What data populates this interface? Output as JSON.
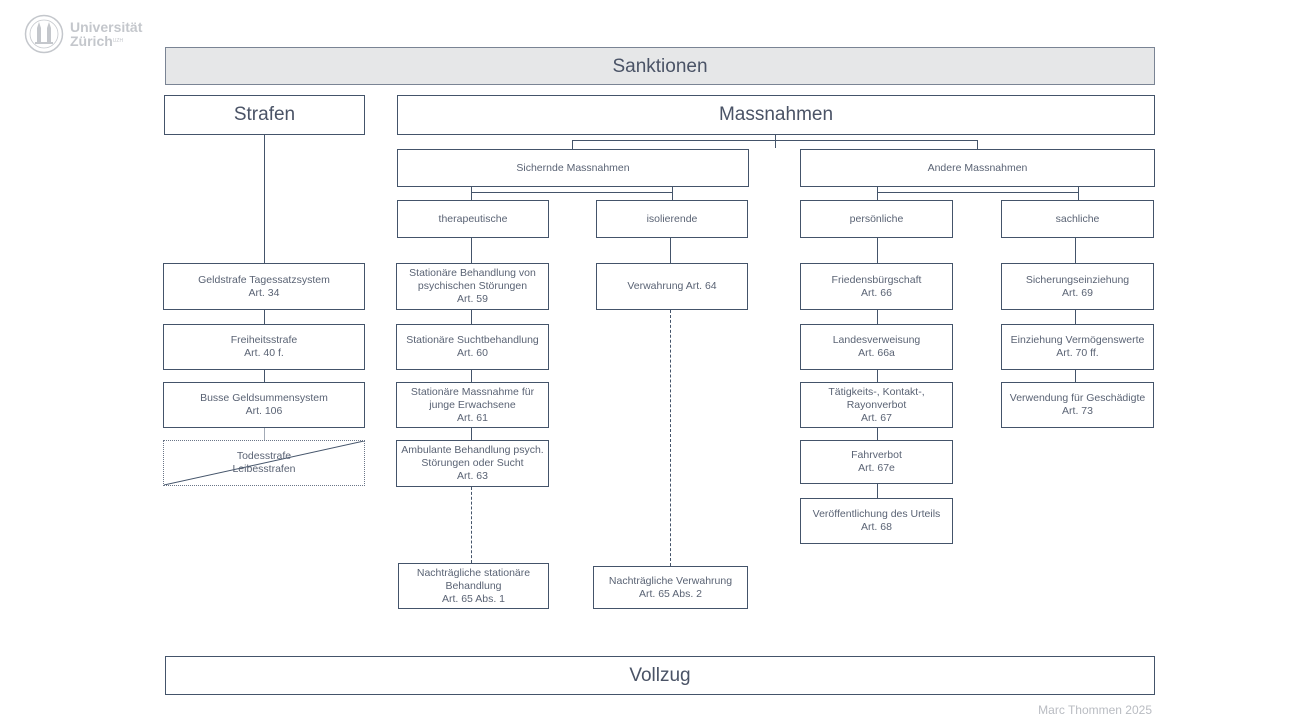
{
  "logo": {
    "line1": "Universität",
    "line2": "Zürich",
    "superscript": "UZH"
  },
  "header": {
    "title": "Sanktionen"
  },
  "strafen": {
    "title": "Strafen",
    "items": [
      "Geldstrafe Tagessatzsystem\nArt. 34",
      "Freiheitsstrafe\nArt. 40 f.",
      "Busse Geldsummensystem\nArt. 106",
      "Todesstrafe\nLeibesstrafen"
    ]
  },
  "massnahmen": {
    "title": "Massnahmen",
    "sichernde": {
      "title": "Sichernde Massnahmen",
      "therapeutische": {
        "title": "therapeutische",
        "items": [
          "Stationäre Behandlung von\npsychischen Störungen\nArt. 59",
          "Stationäre Suchtbehandlung\nArt. 60",
          "Stationäre Massnahme für\njunge Erwachsene\nArt. 61",
          "Ambulante Behandlung psych.\nStörungen oder Sucht\nArt. 63"
        ],
        "nachtraeglich": "Nachträgliche stationäre\nBehandlung\nArt. 65 Abs. 1"
      },
      "isolierende": {
        "title": "isolierende",
        "items": [
          "Verwahrung Art. 64"
        ],
        "nachtraeglich": "Nachträgliche Verwahrung\nArt. 65 Abs. 2"
      }
    },
    "andere": {
      "title": "Andere Massnahmen",
      "persoenliche": {
        "title": "persönliche",
        "items": [
          "Friedensbürgschaft\nArt. 66",
          "Landesverweisung\nArt. 66a",
          "Tätigkeits-, Kontakt-,\nRayonverbot\nArt. 67",
          "Fahrverbot\nArt. 67e",
          "Veröffentlichung des Urteils\nArt. 68"
        ]
      },
      "sachliche": {
        "title": "sachliche",
        "items": [
          "Sicherungseinziehung\nArt. 69",
          "Einziehung Vermögenswerte\nArt. 70 ff.",
          "Verwendung für Geschädigte\nArt. 73"
        ]
      }
    }
  },
  "footer": {
    "title": "Vollzug",
    "credit": "Marc Thommen 2025"
  },
  "colors": {
    "border": "#44546a",
    "banner_fill": "#e6e7e8",
    "text": "#5a6374",
    "muted": "#b9bcc2"
  }
}
